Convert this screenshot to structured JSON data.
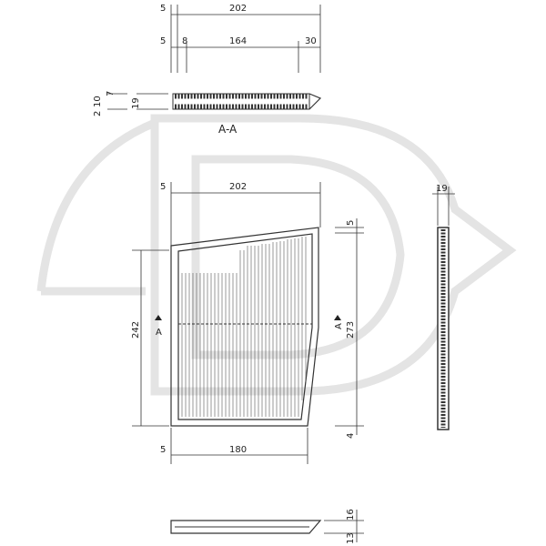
{
  "section_label": "A-A",
  "top_dims": {
    "overall": "202",
    "left_offset": "5",
    "left_offset2": "5",
    "inner_left": "8",
    "inner": "164",
    "inner_right": "30"
  },
  "section_dims": {
    "a": "2",
    "b": "10",
    "c": "7",
    "height": "19"
  },
  "front_dims": {
    "top_offset": "5",
    "top_width": "202",
    "bottom_offset": "5",
    "bottom_width": "180",
    "left_height": "242",
    "right_height": "273",
    "right_top": "5",
    "right_bottom": "4",
    "cut_left": "A",
    "cut_right": "A"
  },
  "side_dims": {
    "thickness": "19"
  },
  "bottom_dims": {
    "a": "16",
    "b": "13"
  },
  "colors": {
    "line": "#333333",
    "watermark": "#e4e4e4"
  }
}
